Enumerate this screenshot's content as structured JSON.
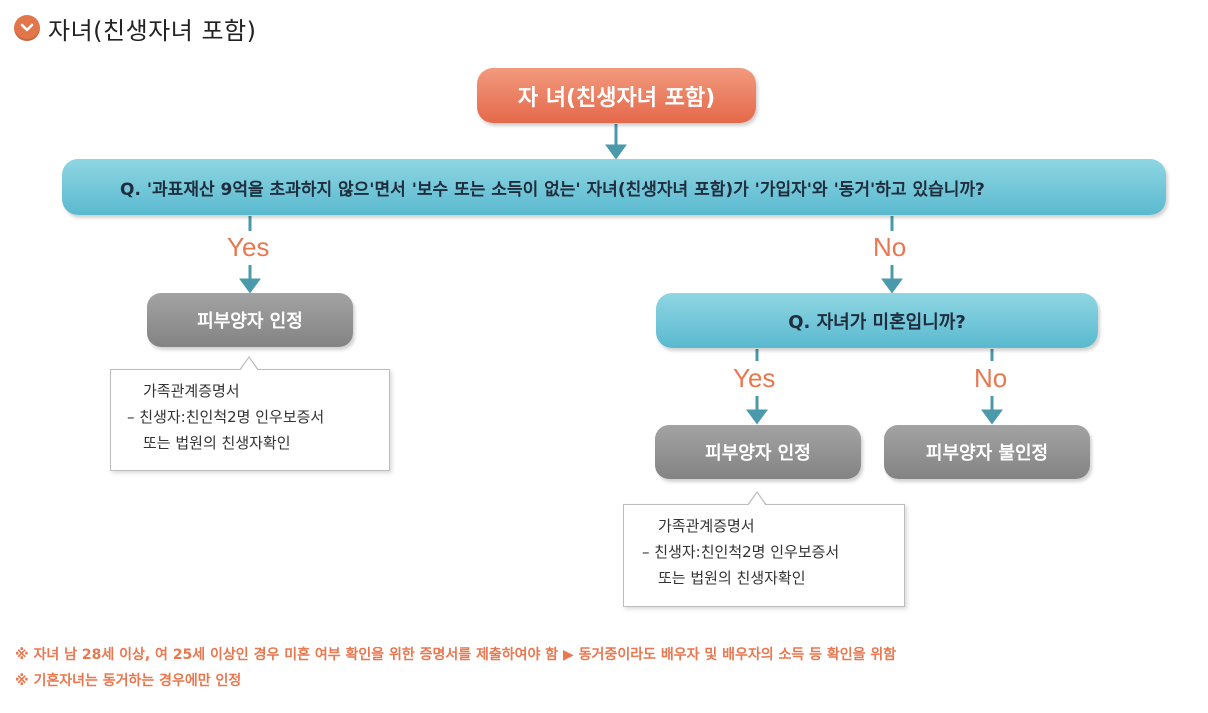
{
  "header": {
    "title": "자녀(친생자녀 포함)",
    "icon": "chevron-down-icon",
    "icon_color": "#e2754a"
  },
  "flow": {
    "start": "자 녀(친생자녀 포함)",
    "question1": "Q. '과표재산 9억을 초과하지 않으'면서 '보수 또는 소득이 없는' 자녀(친생자녀 포함)가 '가입자'와 '동거'하고 있습니까?",
    "yes1": "Yes",
    "no1": "No",
    "result_yes1": "피부양자 인정",
    "question2": "Q. 자녀가 미혼입니까?",
    "yes2": "Yes",
    "no2": "No",
    "result_yes2": "피부양자 인정",
    "result_no2": "피부양자 불인정"
  },
  "callouts": [
    {
      "line1": "가족관계증명서",
      "line2": "– 친생자:친인척2명 인우보증서",
      "line3": "또는 법원의 친생자확인"
    },
    {
      "line1": "가족관계증명서",
      "line2": "– 친생자:친인척2명 인우보증서",
      "line3": "또는 법원의 친생자확인"
    }
  ],
  "notes": [
    "※ 자녀 남 28세 이상, 여 25세 이상인 경우 미혼 여부 확인을 위한 증명서를 제출하여야 함 ▶ 동거중이라도 배우자 및 배우자의 소득 등 확인을 위함",
    "※ 기혼자녀는 동거하는 경우에만 인정"
  ],
  "colors": {
    "accent": "#e9774f",
    "teal": "#5ab9cf",
    "gray": "#8a8a8a",
    "arrow": "#4a9aab"
  }
}
